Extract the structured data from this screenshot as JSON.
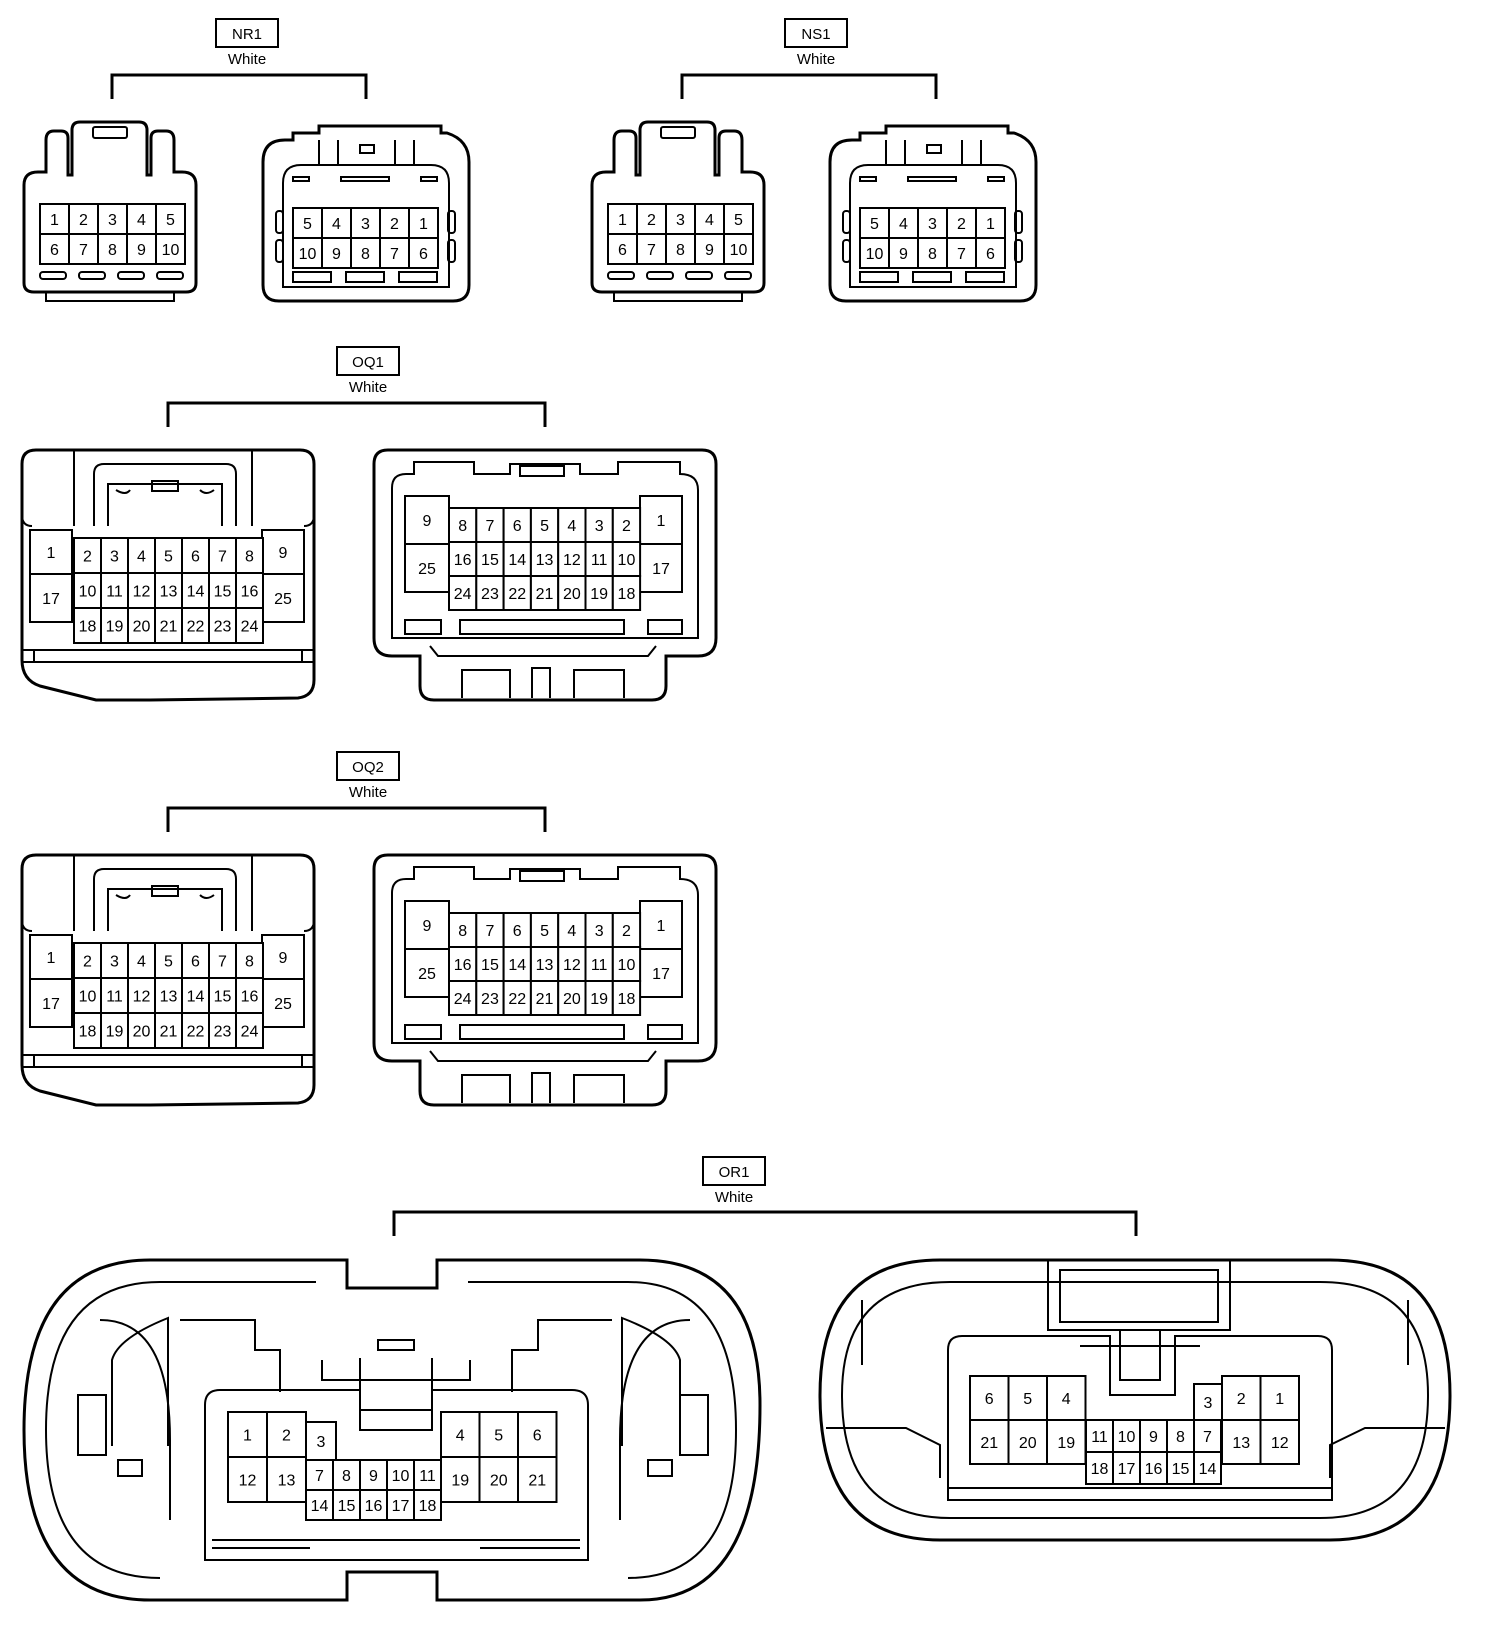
{
  "connectors": [
    {
      "code": "NR1",
      "color": "White",
      "views": [
        {
          "rows": [
            [
              "1",
              "2",
              "3",
              "4",
              "5"
            ],
            [
              "6",
              "7",
              "8",
              "9",
              "10"
            ]
          ]
        },
        {
          "rows": [
            [
              "5",
              "4",
              "3",
              "2",
              "1"
            ],
            [
              "10",
              "9",
              "8",
              "7",
              "6"
            ]
          ]
        }
      ]
    },
    {
      "code": "NS1",
      "color": "White",
      "views": [
        {
          "rows": [
            [
              "1",
              "2",
              "3",
              "4",
              "5"
            ],
            [
              "6",
              "7",
              "8",
              "9",
              "10"
            ]
          ]
        },
        {
          "rows": [
            [
              "5",
              "4",
              "3",
              "2",
              "1"
            ],
            [
              "10",
              "9",
              "8",
              "7",
              "6"
            ]
          ]
        }
      ]
    },
    {
      "code": "OQ1",
      "color": "White",
      "views": [
        {
          "side_left": [
            "1",
            "17"
          ],
          "side_right": [
            "9",
            "25"
          ],
          "rows": [
            [
              "2",
              "3",
              "4",
              "5",
              "6",
              "7",
              "8"
            ],
            [
              "10",
              "11",
              "12",
              "13",
              "14",
              "15",
              "16"
            ],
            [
              "18",
              "19",
              "20",
              "21",
              "22",
              "23",
              "24"
            ]
          ]
        },
        {
          "side_left": [
            "9",
            "25"
          ],
          "side_right": [
            "1",
            "17"
          ],
          "rows": [
            [
              "8",
              "7",
              "6",
              "5",
              "4",
              "3",
              "2"
            ],
            [
              "16",
              "15",
              "14",
              "13",
              "12",
              "11",
              "10"
            ],
            [
              "24",
              "23",
              "22",
              "21",
              "20",
              "19",
              "18"
            ]
          ]
        }
      ]
    },
    {
      "code": "OQ2",
      "color": "White",
      "views": [
        {
          "side_left": [
            "1",
            "17"
          ],
          "side_right": [
            "9",
            "25"
          ],
          "rows": [
            [
              "2",
              "3",
              "4",
              "5",
              "6",
              "7",
              "8"
            ],
            [
              "10",
              "11",
              "12",
              "13",
              "14",
              "15",
              "16"
            ],
            [
              "18",
              "19",
              "20",
              "21",
              "22",
              "23",
              "24"
            ]
          ]
        },
        {
          "side_left": [
            "9",
            "25"
          ],
          "side_right": [
            "1",
            "17"
          ],
          "rows": [
            [
              "8",
              "7",
              "6",
              "5",
              "4",
              "3",
              "2"
            ],
            [
              "16",
              "15",
              "14",
              "13",
              "12",
              "11",
              "10"
            ],
            [
              "24",
              "23",
              "22",
              "21",
              "20",
              "19",
              "18"
            ]
          ]
        }
      ]
    },
    {
      "code": "OR1",
      "color": "White",
      "views": [
        {
          "pins": {
            "left_top": [
              "1",
              "2"
            ],
            "left_bottom": [
              "12",
              "13"
            ],
            "mid_top": "3",
            "mid_row": [
              "7",
              "8",
              "9",
              "10",
              "11"
            ],
            "mid_bottom": [
              "14",
              "15",
              "16",
              "17",
              "18"
            ],
            "right_top": [
              "4",
              "5",
              "6"
            ],
            "right_bottom": [
              "19",
              "20",
              "21"
            ]
          }
        },
        {
          "pins": {
            "left_top": [
              "6",
              "5",
              "4"
            ],
            "left_bottom": [
              "21",
              "20",
              "19"
            ],
            "mid_row": [
              "11",
              "10",
              "9",
              "8",
              "7"
            ],
            "mid_bottom": [
              "18",
              "17",
              "16",
              "15",
              "14"
            ],
            "mid_top": "3",
            "right_top": [
              "2",
              "1"
            ],
            "right_bottom": [
              "13",
              "12"
            ]
          }
        }
      ]
    }
  ]
}
